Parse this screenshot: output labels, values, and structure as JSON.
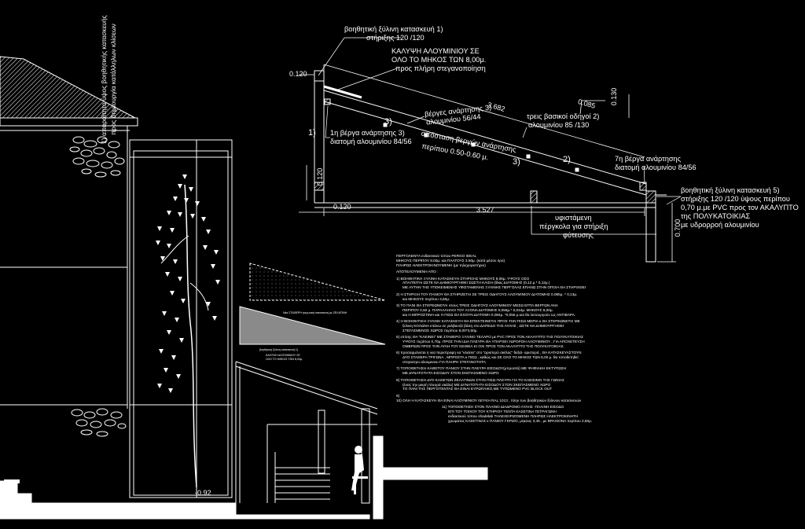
{
  "labels": {
    "aux_top_1": "βοηθητική ξύλινη κατασκευή 1)",
    "aux_top_2": "στήριξης 120 /120",
    "alu_cover_1": "ΚΑΛΥΨΗ ΑΛΟΥΜΙΝΙΟΥ ΣΕ",
    "alu_cover_2": "ΟΛΟ ΤΟ ΜΗΚΟΣ ΤΩΝ 8,00μ.",
    "alu_cover_3": "προς πλήρη στεγανοποίηση",
    "beams_1": "βέργες ανάρτησης 3)",
    "beams_2": "αλουμινίου 56/44",
    "guides_1": "τρεις βασικοί οδηγοί 2)",
    "guides_2": "αλουμινίου 85 /130",
    "first_beam_1": "1η βέργα ανάρτησης 3)",
    "first_beam_2": "διατομή αλουμινίου 84/56",
    "distance_1": "απόσταση βεργών ανάρτησης",
    "distance_2": "περίπου 0.50-0.60 μ.",
    "seventh_beam_1": "7η βέργα ανάρτησης",
    "seventh_beam_2": "διατομή αλουμινίου 84/56",
    "aux5_1": "βοηθητική ξύλινη κατασκευή 5)",
    "aux5_2": "στήριξης 120 /120 ύψους περίπου",
    "aux5_3": "0,70 μ.με PVC προς τον ΑΚΑΛΥΠΤΟ",
    "aux5_4": "της ΠΟΛΥΚΑΤΟΙΚΙΑΣ",
    "aux5_5": "με υδρορροή αλουμινίου",
    "existing_1": "υφιστάμενη",
    "existing_2": "πέργκολα για στήριξη",
    "existing_3": "φύτευσης",
    "vertical_1": "1) απαραίτητο ύψος βοηθητικής κατασκευής",
    "vertical_2": "προς δημιουργία κατάλληλων κλίσεων",
    "marker_1": "1)",
    "marker_2": "2)",
    "marker_3a": "3)",
    "marker_3b": "3)",
    "marker_3c": "3)",
    "marker_2b": "2)"
  },
  "dimensions": {
    "d0120_top": "0.120",
    "d3682": "3.682",
    "d0085": "0.085",
    "d0130": "0.130",
    "d0120_vert": "0.120",
    "d0120_bottom": "0.120",
    "d3527": "3.527",
    "d0700": "0.700",
    "level": "-0.92"
  },
  "notes": {
    "title_1": "ΠΕΡΓΟΛΕΝΤΑ ενδεικτικού τύπου PERGO IDEAL",
    "title_2": "ΜΗΚΟΥΣ ΠΕΡΙΠΟΥ 8.00μ. και ΠΛΑΤΟΥΣ 3.60μ. (κατά μέσον όρο)",
    "title_3": "ΠΛΗΡΩΣ ΗΛΕΚΤΡΟΚΙΝΟΥΜΕΝΗ (με τηλεχειριστήριο)",
    "composed": "ΑΠΟΤΕΛΟΥΜΕΝΗ ΑΠΟ :",
    "n1a": "1) ΒΟΗΘΗΤΙΚΗ ΞΥΛΙΝΗ ΚΑΤΑΣΚΕΥΗ ΣΤΗΡΙΞΗΣ ΜΗΚΟΥΣ 8,00μ. ΥΨΟΥΣ ΟΣΟ",
    "n1b": "ΑΠΑΙΤΕΙΤΑΙ ΩΣΤΕ ΝΑ ΔΗΜΙΟΥΡΓΗΘΕΙ ΣΩΣΤΗ ΚΛΙΣΗ (ίδιας ΔΙΑΤΟΜΗΣ (0,12 μ.* 0,12μ.)",
    "n1c": "ΜΕ ΑΥΤΗΝ ΤΗΣ ΥΠΟΚΕΙΜΕΝΗΣ ΥΦΙΣΤΑΜΕΝΗΣ ΞΥΛΙΝΗΣ ΠΕΡΓΟΛΑΣ ΕΠΑΝΩ ΣΤΗΝ ΟΠΟΙΑ ΘΑ ΣΤΗΡΙΧΘΕΙ",
    "n2a": "2) Η ΣΤΗΡΙΞΗ ΤΟΥ ΠΑΝΙΟΥ ΘΑ ΣΤΗΡΙΖΕΤΑΙ ΣΕ ΤΡΕΙΣ ΟΔΗΓΟΥΣ ΑΛΟΥΜΙΝΙΟΥ ΔΙΑΤΟΜΗΣ 0,085μ. * 0,13μ.",
    "n2b": "και ΜΗΚΟΥΣ περίπου 3,60μ.",
    "n3a": "3) ΤΟ ΠΑΝΙ ΘΑ ΣΤΕΡΕΩΝΕΤΑΙ στους ΤΡΕΙΣ ΟΔΗΓΟΥΣ ΑΛΟΥΜΙΝΙΟΥ ΜΕΣΩ ΕΠΤΑ ΒΕΡΓΩΝ ΑΝΑ",
    "n3b": "ΠΕΡΙΠΟΥ 0,50 μ. ΠΑΡΑΛΛΗΛΟΙ ΤΟΥ ΑΞΟΝΑ ΔΙΑΤΟΜΗΣ 0,056μ.* 0,044μ. ΜΗΚΟΥΣ 8,00μ.",
    "n3c": "και Η ΜΠΡΟΣΤΙΝΗ και Η ΠΙΣΩ ΘΑ ΕΧΟΥΝ ΔΙΑΤΟΜΗ 0,084μ. *0,056 μ.και θα λειτουργούν ως ΑΝΤΙΒΑΡΑ.",
    "n4a": "4) Η ΒΟΗΘΗΤΙΚΗ ΞΥΛΙΝΗ ΚΑΤΑΣΚΕΥΗ ΘΑ ΕΠΕΚΤΕΙΝΕΤΑΙ ΠΡΟΣ ΤΗΝ ΠΙΣΩ ΜΕΡΙΑ κ ΘΑ ΣΤΕΡΕΩΝΕΤΑΙ ΜΕ",
    "n4b": "ξύλινη ΚΟΛΩΝΑ επάνω σε γαλβανιζέ βάση στο ΔΑΠΕΔΟ ΤΗΣ ΑΥΛΗΣ , ΩΣΤΕ ΝΑ ΔΗΜΙΟΥΡΓΗΘΕΙ",
    "n4c": "ΣΤΕΓΑΣΜΕΝΟΣ ΧΩΡΟΣ περίπου 8,00*3,60μ.",
    "n5a": "5) επίσης ΘΑ \"ΚΛΕΙΝΕΙ\" ΜΕ ΣΤΑΘΕΡΟ ΞΥΛΙΝΟ ΤΕΛΑΡΟ με PVC ΠΡΟΣ ΤΟΝ ΑΚΑΛΥΠΤΟ ΤΗΣ ΠΟΛΥΚΑΤΟΙΚΙΑΣ",
    "n5b": "ΥΨΟΥΣ περίπου 0,70μ. ΠΡΟΣ ΤΗΝ ΙΔΙΑ ΠΛΕΥΡΑ ΘΑ ΥΠΑΡΧΕΙ ΥΔΡΟΡΟΗ ΑΛΟΥΜΙΝΙΟΥ , ΓΙΑ ΑΠΟΧΕΤΕΥΣΗ",
    "n5c": "ΟΜΒΡΙΩΝ ΠΡΟΣ ΤΗΝ ΑΥΛΗ ΤΟΥ ΚΕΙΘΕΑ ΚΙ ΟΧΙ ΠΡΟΣ ΤΟΝ ΑΚΑΛΥΠΤΟ ΤΗΣ ΠΟΛΥΚΑΤΟΙΚΙΑΣ.",
    "n6a": "6) προσαρμόνεται η νεα περιστροφη να \"κλείσει\" στο \"αριστερό σκέλος\" δεξιά- αριστερά , ΘΑ ΚΑΤΑΣΚΕΥΑΣΤΟΥΝ",
    "n6b": "ΔΥΟ ΣΤΑΘΕΡΑ ΤΡΙΓΩΝΑ , ΜΠΡΟΣΤΑ κ ΠΙΣΩ , καθώς και ΣΕ ΟΛΟ ΤΟ ΜΗΚΟΣ ΤΩΝ 8,00 μ. θα τοποθετηθεί",
    "n6c": "στεγαστρο αλουμινιου ΓΙΑ ΠΛΗΡΗ ΣΤΕΓΑΝΟΤΗΤΑ",
    "n7a": "7) ΤΟΠΟΘΕΤΗΣΗ ΚΑΘΕΤΟΥ ΠΑΝΙΟΥ ΣΤΗΝ ΠΛΕΥΡΑ ΕΙΣΟΔΟΥ(μπροστά) ΜΕ ΨΗΦΙΑΚΗ ΕΚΤΥΠΩΣΗ",
    "n7b": "ΜΕ ΔΥΝΑΤΟΤΗΤΑ ΕΙΣΟΔΟΥ ΣΤΟΝ ΣΚΕΠΑΣΜΕΝΟ ΧΩΡΟ",
    "n8a": "8) ΤΟΠΟΘΕΤΗΣΗ ΔΥΟ ΚΑΘΕΤΩΝ ΖΕΛΑΤΙΝΩΝ ΣΤΗΝ ΠΙΣΩ ΠΛΕΥΡΑ ΓΙΑ ΤΟ ΚΛΕΙΣΙΜΟ ΤΗΣ ΓΩΝΙΑΣ",
    "n8b": "(ένας την μικρή πλευρά σκάλα) ΜΕ ΔΥΝΑΤΟΤΗΤΑ ΕΙΣΟΔΟΥ ΣΤΟΝ ΣΚΕΠΑΣΜΕΝΟ ΧΩΡΟ",
    "n8c": "ΤΟ ΠΑΝΙ ΤΗΣ ΠΕΡΓΟΤΕΝΤΑΣ ΘΑ ΕΙΝΑΙ ΕΥΡΩΠΑΙΚΟ,ΜΕ ΤΥΠΩΜΕΝΟ PVC BLOCK OUT",
    "n9": "9)",
    "n10": "10) ΟΛΗ Η ΚΑΤΑΣΚΕΥΗ ΘΑ ΕΙΝΑΙ ΑΛΟΥΜΙΝΙΟΥ ΛΕΥΚΗ RAL 1013 , πλην των βοηθητικών ξύλινων κατασκευών",
    "n11a": "11) ΤΟΠΟΘΕΤΗΣΗ ΣΤΟΝ ΠΛΑΙΝΟ ΔΙΑΔΡΟΜΟ ΑΥΛΗΣ -ΠΛΑΙΝΗ ΕΙΣΟΔΟ",
    "n11b": "ΕΠΙ ΤΟΥ ΤΟΙΧΟΥ ΤΟΥ ΚΤΗΡΙΟΥ ΤΕΝΤΑ ΚΑΣΕΤΙΝΑ ΤΕΤΡΑΓΩΝΗ",
    "n11c": "ενδεικτικού τύπου shadelab ΤΗΛΕΧΕΙΡΙΖΟΜΕΝΗ ΠΛΗΡΩΣ ΗΛΕΚΤΡΟΚΙΝΗΤΗ",
    "n11d": "χρωματος ΚΑΣΕΤΙΝΑΣ κ ΠΑΝΙΟΥ ΓΚΡΙΖΟ, μηκους 3,45 , με ΒΡΑΧΙΟΝΑ περίπου 2,50μ."
  },
  "small_labels": {
    "section_tag_1": "βοηθητική ξύλινη κατασκευή 1)",
    "section_tag_2": "ΚΑΛΥΨΗ ΑΛΟΥΜΙΝΙΟΥ ΣΕ",
    "section_tag_3": "ΟΛΟ ΤΟ ΜΗΚΟΣ ΤΩΝ 8,00μ.",
    "wedge_note": "Νέα ΣΤΑΘΕΡΗ τριγωνική κατασκευή με ΖΕΛΑΤΙΝΗ"
  }
}
